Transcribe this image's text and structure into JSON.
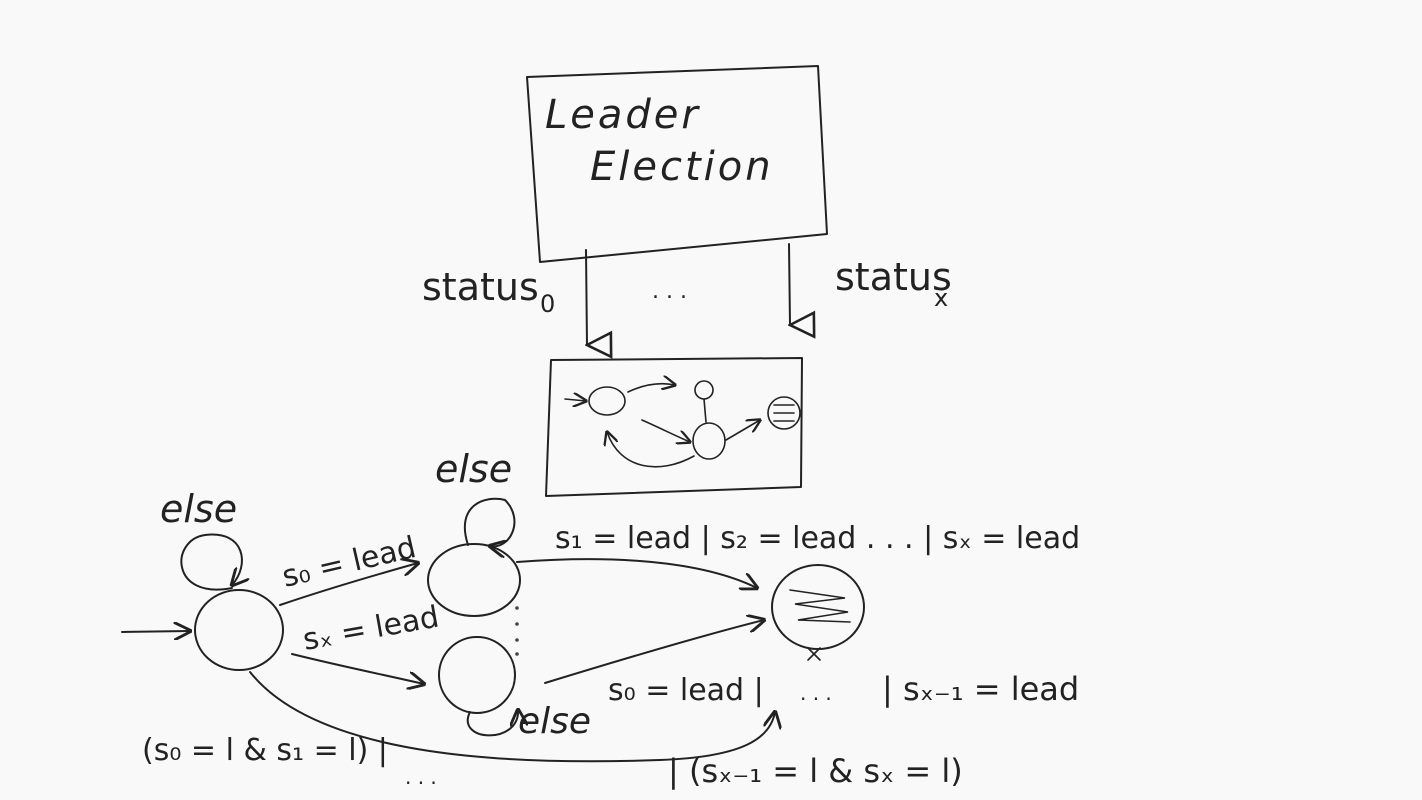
{
  "leader_box": {
    "line1": "Leader",
    "line2": "Election"
  },
  "outputs": {
    "status_left": "status",
    "status_left_sub": "0",
    "status_right": "status",
    "status_right_sub": "x",
    "ellipsis": ". . ."
  },
  "states": {
    "self_loop_label": "else"
  },
  "transitions": {
    "top_to_final": "s₁ = lead | s₂ = lead  . . . | sₓ = lead",
    "init_to_top": "s₀ = lead",
    "init_to_bottom": "sₓ = lead",
    "bottom_to_final_a": "s₀ = lead |",
    "bottom_to_final_b": ". . .",
    "bottom_to_final_c": "| sₓ₋₁ = lead",
    "init_to_final_a": "(s₀ = l & s₁ = l) |",
    "init_to_final_b": ". . .",
    "init_to_final_c": "| (sₓ₋₁ = l & sₓ = l)"
  }
}
